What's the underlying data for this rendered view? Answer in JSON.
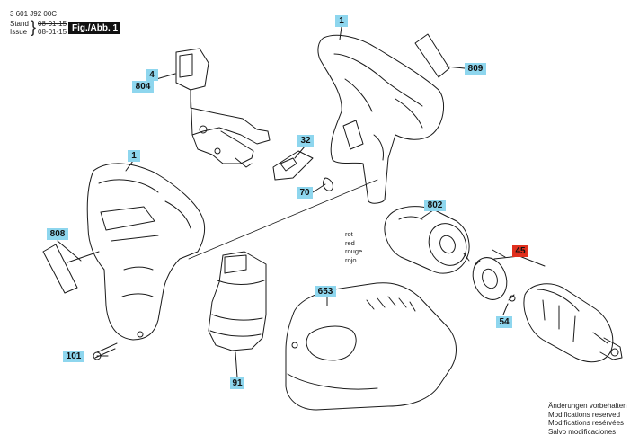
{
  "header": {
    "doc_number": "3 601 J92 00C",
    "stand_label": "Stand",
    "stand_value": "08-01-15",
    "issue_label": "Issue",
    "issue_value": "08-01-15",
    "figure_label": "Fig./Abb. 1"
  },
  "callouts": [
    {
      "id": "1",
      "highlight": false
    },
    {
      "id": "809",
      "highlight": false
    },
    {
      "id": "4",
      "highlight": false
    },
    {
      "id": "804",
      "highlight": false
    },
    {
      "id": "32",
      "highlight": false
    },
    {
      "id": "70",
      "highlight": false
    },
    {
      "id": "1",
      "highlight": false
    },
    {
      "id": "802",
      "highlight": false
    },
    {
      "id": "808",
      "highlight": false
    },
    {
      "id": "45",
      "highlight": true
    },
    {
      "id": "653",
      "highlight": false
    },
    {
      "id": "54",
      "highlight": false
    },
    {
      "id": "101",
      "highlight": false
    },
    {
      "id": "91",
      "highlight": false
    }
  ],
  "color_note": [
    "rot",
    "red",
    "rouge",
    "rojo"
  ],
  "footer_notes": [
    "Änderungen vorbehalten",
    "Modifications reserved",
    "Modifications resérvées",
    "Salvo modificaciones"
  ],
  "colors": {
    "callout": "#8ed6ee",
    "callout_highlight": "#e0301e",
    "line": "#1a1a1a"
  }
}
